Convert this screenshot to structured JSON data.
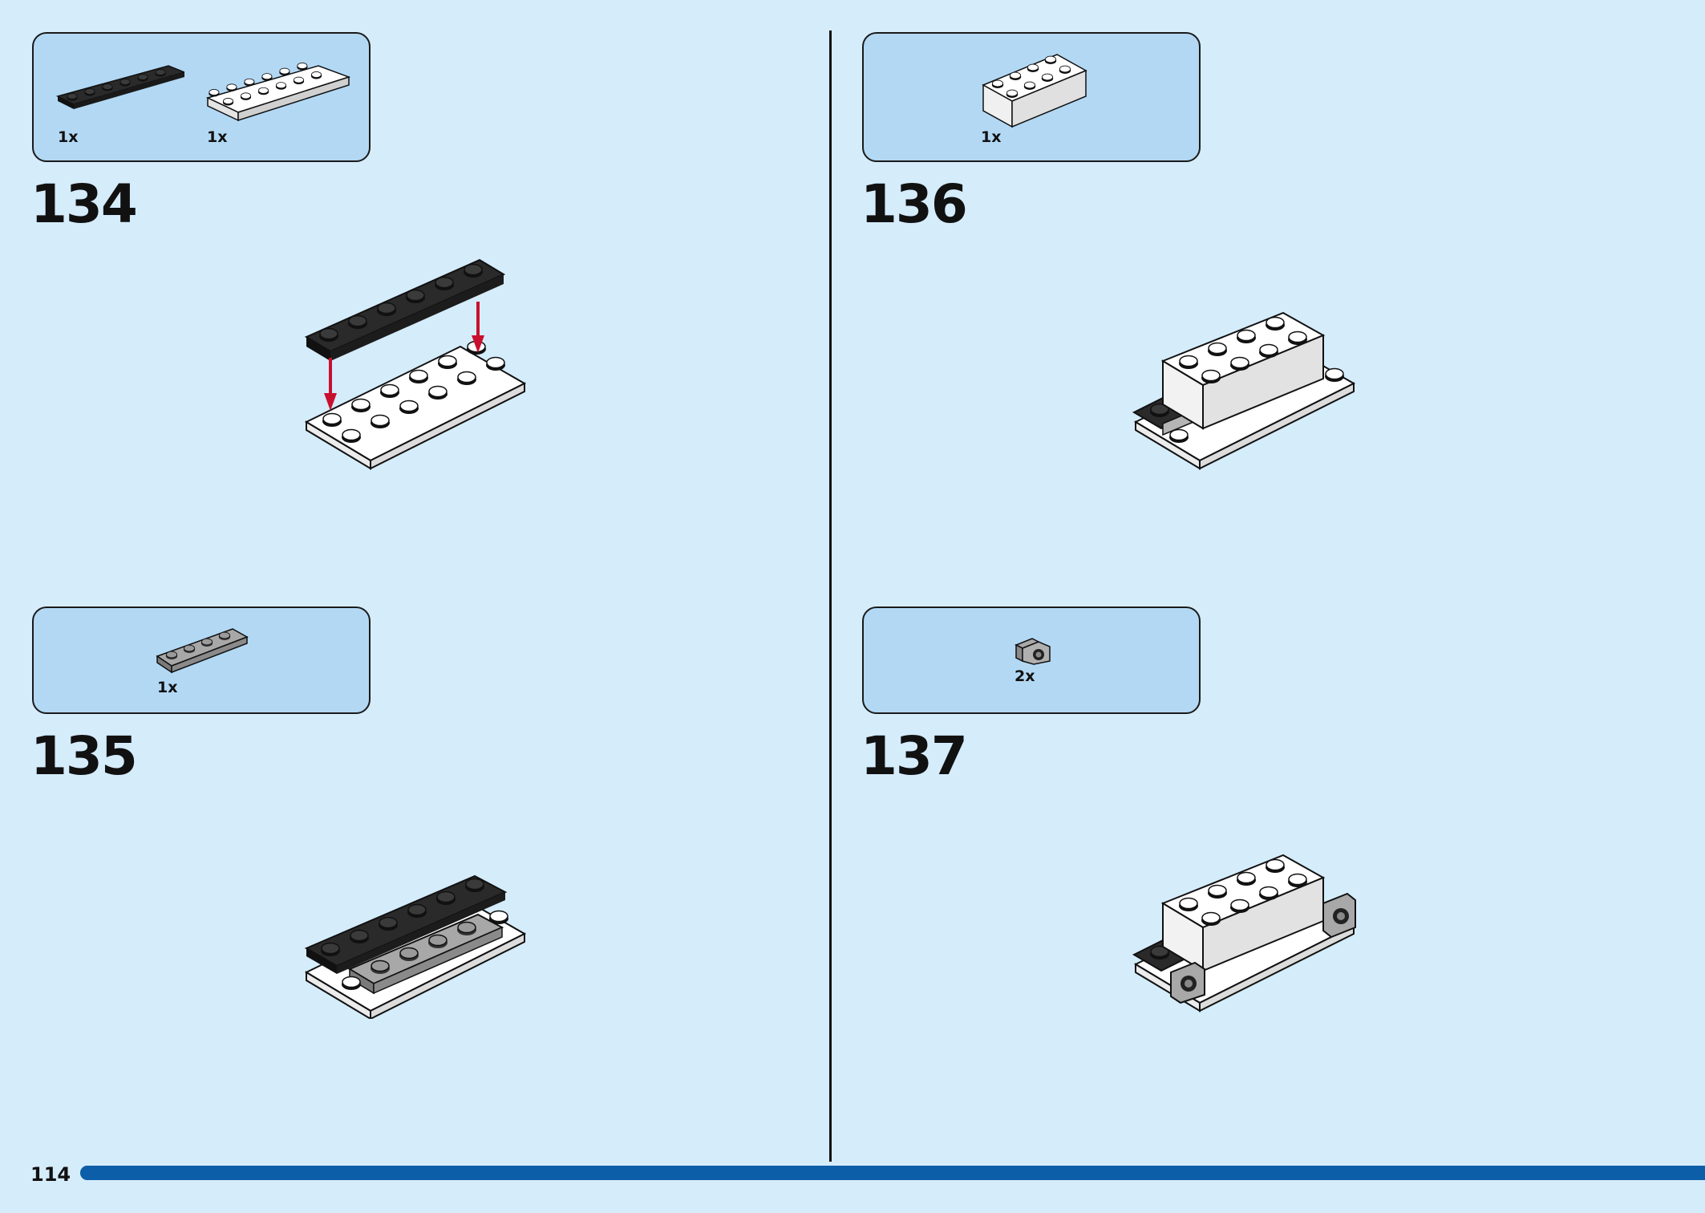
{
  "page": {
    "number": "114"
  },
  "progress": {
    "fraction": 1.0
  },
  "colors": {
    "background": "#d5ecfb",
    "parts_box": "#b2d8f4",
    "arrow": "#c8102e",
    "progress": "#0d5ea8"
  },
  "steps": [
    {
      "number": "134",
      "parts": [
        {
          "qty": "1x",
          "icon": "black-1x6-plate-icon"
        },
        {
          "qty": "1x",
          "icon": "white-2x6-plate-icon"
        }
      ]
    },
    {
      "number": "135",
      "parts": [
        {
          "qty": "1x",
          "icon": "gray-1x4-plate-icon"
        }
      ]
    },
    {
      "number": "136",
      "parts": [
        {
          "qty": "1x",
          "icon": "white-2x4-brick-icon"
        }
      ]
    },
    {
      "number": "137",
      "parts": [
        {
          "qty": "2x",
          "icon": "gray-bracket-icon"
        }
      ]
    }
  ]
}
